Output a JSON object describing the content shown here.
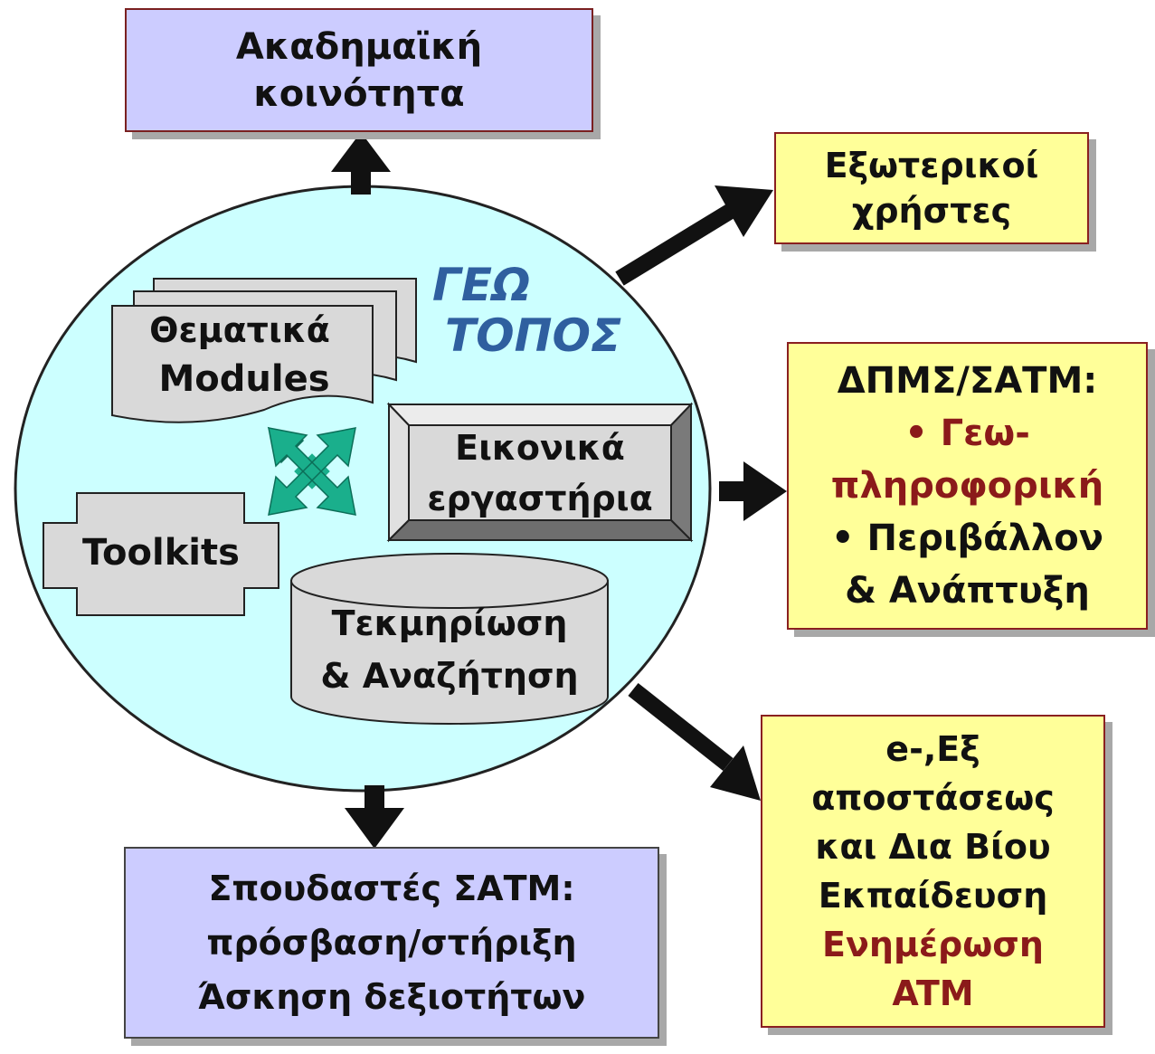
{
  "top_box": {
    "line1": "Ακαδημαϊκή",
    "line2": "κοινότητα"
  },
  "right_boxes": {
    "external_users": {
      "line1": "Εξωτερικοί",
      "line2": "χρήστες"
    },
    "dpms": {
      "heading": "ΔΠΜΣ/ΣΑΤΜ:",
      "item1_line1": "• Γεω-",
      "item1_line2": "πληροφορική",
      "item2_line1": "• Περιβάλλον",
      "item2_line2": "& Ανάπτυξη"
    },
    "elearning": {
      "line1": "e-,Εξ",
      "line2": "αποστάσεως",
      "line3": "και Δια Βίου",
      "line4": "Εκπαίδευση",
      "line5": "Ενημέρωση",
      "line6": "ATM"
    }
  },
  "bottom_box": {
    "line1": "Σπουδαστές ΣΑΤΜ:",
    "line2": "πρόσβαση/στήριξη",
    "line3": "Άσκηση δεξιοτήτων"
  },
  "center": {
    "title_line1": "ΓΕΩ",
    "title_line2": "ΤΟΠΟΣ",
    "modules": {
      "line1": "Θεματικά",
      "line2": "Modules"
    },
    "labs": {
      "line1": "Εικονικά",
      "line2": "εργαστήρια"
    },
    "toolkits": {
      "label": "Toolkits"
    },
    "documentation": {
      "line1": "Τεκμηρίωση",
      "line2": "& Αναζήτηση"
    }
  },
  "colors": {
    "ellipse_fill": "#ccffff",
    "lilac_box": "#ccccff",
    "yellow_box": "#ffff99",
    "accent_red": "#8b1a1a",
    "geo_blue": "#2f5f9f",
    "shape_gray": "#d9d9d9",
    "move_icon_green": "#1aaf8c"
  },
  "icons": {
    "center_icon": "four-way-move-arrows-icon"
  }
}
